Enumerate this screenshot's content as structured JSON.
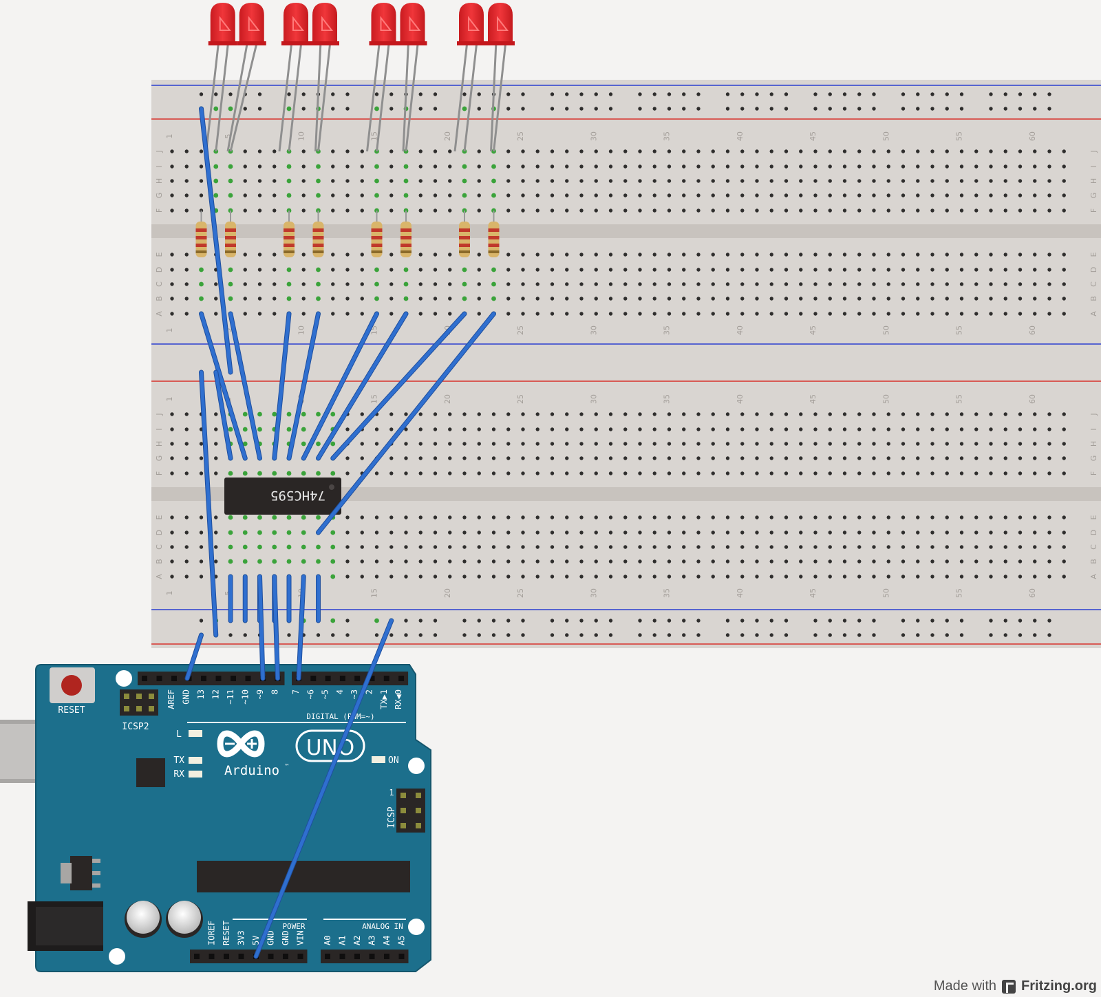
{
  "breadboard": {
    "column_numbers": [
      "1",
      "5",
      "10",
      "15",
      "20",
      "25",
      "30",
      "35",
      "40",
      "45",
      "50",
      "55",
      "60"
    ],
    "row_letters_top": [
      "J",
      "I",
      "H",
      "G",
      "F"
    ],
    "row_letters_bottom": [
      "E",
      "D",
      "C",
      "B",
      "A"
    ]
  },
  "chip": {
    "label": "74HC595"
  },
  "arduino": {
    "reset_label": "RESET",
    "icsp2_label": "ICSP2",
    "icsp_label": "ICSP",
    "icsp_pin1_label": "1",
    "digital_label": "DIGITAL (PWM=~)",
    "digital_pins": [
      "AREF",
      "GND",
      "13",
      "12",
      "~11",
      "~10",
      "~9",
      "8",
      "7",
      "~6",
      "~5",
      "4",
      "~3",
      "2",
      "TX▶1",
      "RX◀0"
    ],
    "led_l": "L",
    "led_tx": "TX",
    "led_rx": "RX",
    "led_on": "ON",
    "brand": "Arduino",
    "trademark": "™",
    "model": "UNO",
    "power_label": "POWER",
    "power_pins": [
      "IOREF",
      "RESET",
      "3V3",
      "5V",
      "GND",
      "GND",
      "VIN"
    ],
    "analog_label": "ANALOG IN",
    "analog_pins": [
      "A0",
      "A1",
      "A2",
      "A3",
      "A4",
      "A5"
    ]
  },
  "credit": {
    "prefix": "Made with",
    "brand": "Fritzing.org"
  },
  "colors": {
    "board_teal": "#1c6f8c",
    "breadboard": "#d9d5d1",
    "wire_blue": "#2f6fcf",
    "led_red": "#e8262b",
    "rail_red": "#d8332c",
    "rail_blue": "#2b3fd0",
    "hole_connected": "#3aa33a"
  }
}
